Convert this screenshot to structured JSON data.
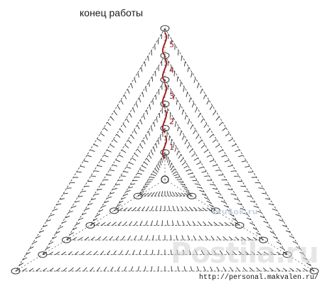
{
  "title": "конец работы",
  "row_numbers": [
    "1",
    "2",
    "3",
    "4",
    "5"
  ],
  "footer_url": "http://personal.makvalen.ru/",
  "watermarks": {
    "small": "kru4ok.ru",
    "large": "Postila.ru"
  },
  "colors": {
    "stitch": "#333333",
    "row_marker": "#a22222",
    "background": "#ffffff"
  }
}
